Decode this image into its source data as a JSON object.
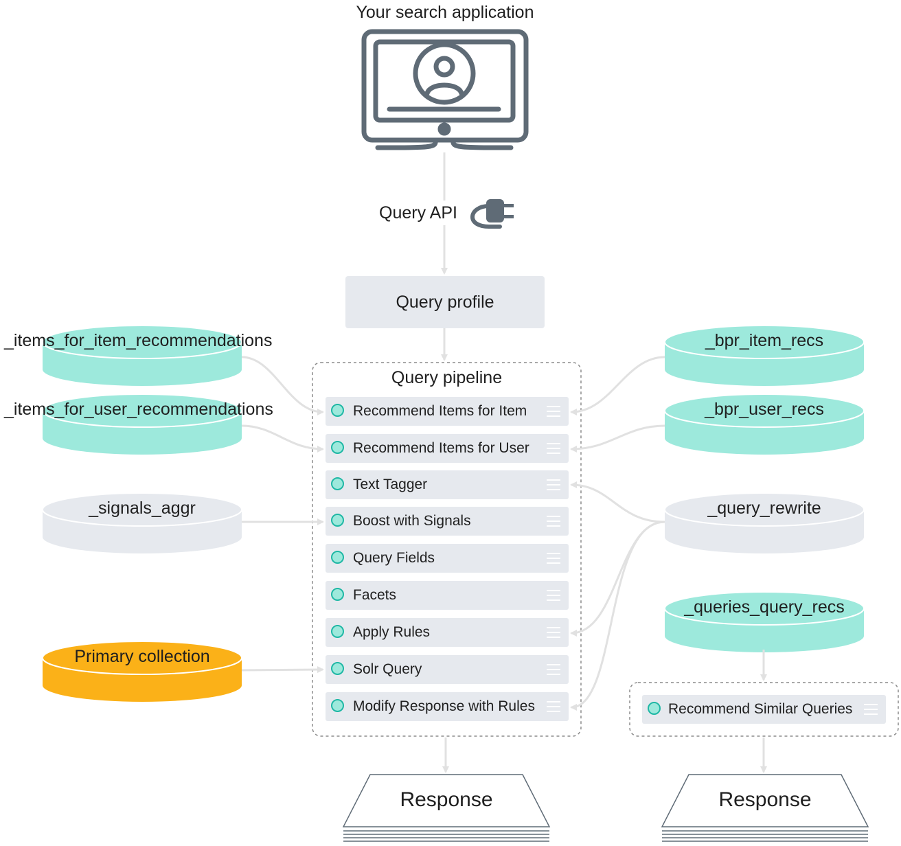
{
  "app": {
    "title": "Your search application",
    "api_label": "Query API"
  },
  "query_profile": {
    "label": "Query profile"
  },
  "pipeline": {
    "title": "Query pipeline",
    "stages": [
      {
        "label": "Recommend Items for Item"
      },
      {
        "label": "Recommend Items for User"
      },
      {
        "label": "Text Tagger"
      },
      {
        "label": "Boost with Signals"
      },
      {
        "label": "Query Fields"
      },
      {
        "label": "Facets"
      },
      {
        "label": "Apply Rules"
      },
      {
        "label": "Solr Query"
      },
      {
        "label": "Modify Response with Rules"
      }
    ]
  },
  "similar_pipeline": {
    "stages": [
      {
        "label": "Recommend Similar Queries"
      }
    ]
  },
  "collections": {
    "left": [
      {
        "label": "_items_for_item_recommendations",
        "color": "#9de9dc",
        "side": "#9de9dc"
      },
      {
        "label": "_items_for_user_recommendations",
        "color": "#9de9dc",
        "side": "#9de9dc"
      },
      {
        "label": "_signals_aggr",
        "color": "#e6e9ee",
        "side": "#e6e9ee"
      },
      {
        "label": "Primary collection",
        "color": "#fbb118",
        "side": "#fbb118"
      }
    ],
    "right": [
      {
        "label": "_bpr_item_recs",
        "color": "#9de9dc",
        "side": "#9de9dc"
      },
      {
        "label": "_bpr_user_recs",
        "color": "#9de9dc",
        "side": "#9de9dc"
      },
      {
        "label": "_query_rewrite",
        "color": "#e6e9ee",
        "side": "#e6e9ee"
      },
      {
        "label": "_queries_query_recs",
        "color": "#9de9dc",
        "side": "#9de9dc"
      }
    ]
  },
  "responses": [
    {
      "label": "Response"
    },
    {
      "label": "Response"
    }
  ],
  "colors": {
    "teal": "#9de9dc",
    "teal_border": "#1fb8a5",
    "grey_box": "#e6e9ee",
    "orange": "#fbb118",
    "icon": "#5f6b76",
    "connector": "#e1e1e1"
  },
  "icons": {
    "app": "monitor-user-icon",
    "api": "plug-icon"
  }
}
